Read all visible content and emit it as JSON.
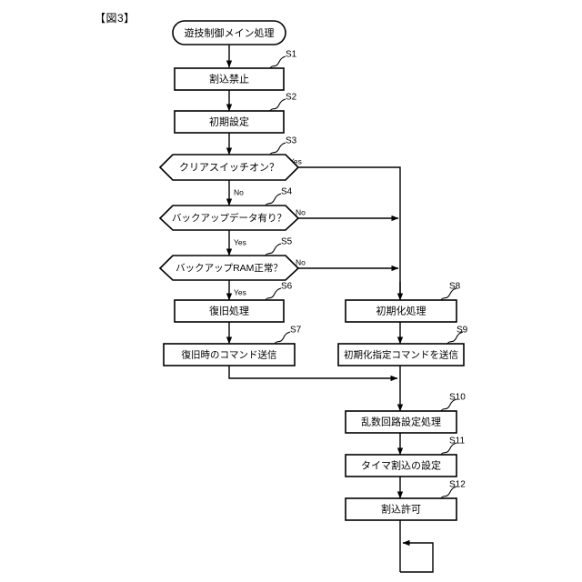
{
  "figure": {
    "title": "【図3】",
    "start_node": "遊技制御メイン処理"
  },
  "branch_labels": {
    "yes": "Yes",
    "no": "No"
  },
  "steps": [
    {
      "id": "S1",
      "tag": "S1",
      "label": "割込禁止",
      "type": "process"
    },
    {
      "id": "S2",
      "tag": "S2",
      "label": "初期設定",
      "type": "process"
    },
    {
      "id": "S3",
      "tag": "S3",
      "label": "クリアスイッチオン？",
      "type": "decision",
      "right_branch": "Yes",
      "down_branch": "No"
    },
    {
      "id": "S4",
      "tag": "S4",
      "label": "バックアップデータ有り？",
      "type": "decision",
      "right_branch": "No",
      "down_branch": "Yes"
    },
    {
      "id": "S5",
      "tag": "S5",
      "label": "バックアップRAM正常？",
      "type": "decision",
      "right_branch": "No",
      "down_branch": "Yes"
    },
    {
      "id": "S6",
      "tag": "S6",
      "label": "復旧処理",
      "type": "process"
    },
    {
      "id": "S7",
      "tag": "S7",
      "label": "復旧時のコマンド送信",
      "type": "process"
    },
    {
      "id": "S8",
      "tag": "S8",
      "label": "初期化処理",
      "type": "process"
    },
    {
      "id": "S9",
      "tag": "S9",
      "label": "初期化指定コマンドを送信",
      "type": "process"
    },
    {
      "id": "S10",
      "tag": "S10",
      "label": "乱数回路設定処理",
      "type": "process"
    },
    {
      "id": "S11",
      "tag": "S11",
      "label": "タイマ割込の設定",
      "type": "process"
    },
    {
      "id": "S12",
      "tag": "S12",
      "label": "割込許可",
      "type": "process"
    }
  ],
  "colors": {
    "stroke": "#000000",
    "fill": "#ffffff",
    "background": "#ffffff"
  }
}
